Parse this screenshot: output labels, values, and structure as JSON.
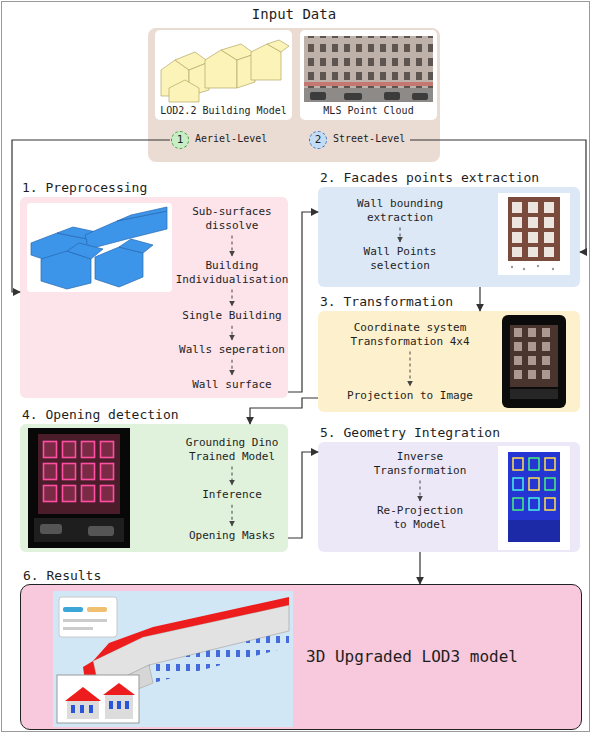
{
  "diagram": {
    "nodes": [
      {
        "text": [
          "Input Data"
        ]
      },
      {
        "text": [
          "1",
          "Aeriel-Level"
        ],
        "in": 0
      },
      {
        "text": [
          "2",
          "Street-Level"
        ],
        "in": 0
      },
      {
        "text": [
          "1. Preprocessing",
          "Sub-surfaces dissolve",
          "Building Individualisation",
          "Single Building",
          "Walls seperation",
          "Wall surface"
        ]
      },
      {
        "text": [
          "2. Facades points extraction",
          "Wall bounding extraction",
          "Wall Points selection"
        ]
      },
      {
        "text": [
          "3. Transformation",
          "Coordinate system Transformation 4x4",
          "Projection to Image"
        ]
      },
      {
        "text": [
          "4. Opening detection",
          "Grounding Dino Trained Model",
          "Inference",
          "Opening Masks"
        ]
      },
      {
        "text": [
          "5. Geometry Integration",
          "Inverse Transformation",
          "Re-Projection to Model"
        ]
      },
      {
        "text": [
          "6. Results",
          "3D Upgraded LOD3 model"
        ]
      }
    ],
    "edges": [
      {
        "from": 1,
        "to": 3,
        "arrow": "to"
      },
      {
        "from": 2,
        "to": 4,
        "arrow": "to"
      },
      {
        "from": 3,
        "to": 4,
        "arrow": "to"
      },
      {
        "from": 4,
        "to": 5,
        "arrow": "to"
      },
      {
        "from": 5,
        "to": 6,
        "arrow": "to"
      },
      {
        "from": 6,
        "to": 7,
        "arrow": "to"
      },
      {
        "from": 7,
        "to": 8,
        "arrow": "to"
      }
    ],
    "labels": [
      "LOD2.2 Building Model",
      "MLS Point Cloud"
    ]
  }
}
